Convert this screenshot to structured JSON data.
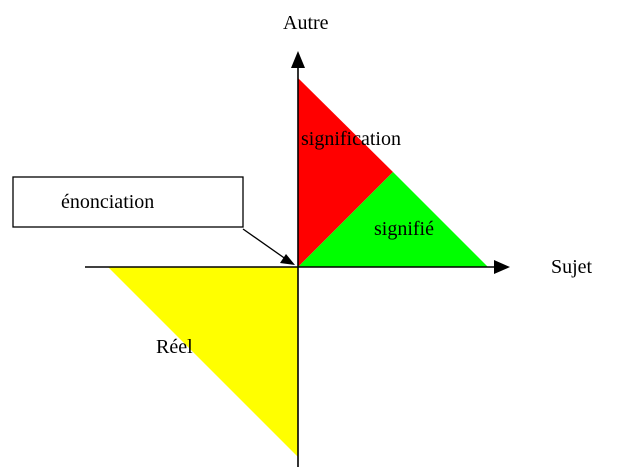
{
  "axes": {
    "vertical_label": "Autre",
    "horizontal_label": "Sujet"
  },
  "regions": {
    "signification": {
      "label": "signification",
      "color": "#ff0000"
    },
    "signifie": {
      "label": "signifié",
      "color": "#00ff00"
    },
    "reel": {
      "label": "Réel",
      "color": "#ffff00"
    }
  },
  "callout": {
    "label": "énonciation"
  },
  "colors": {
    "line": "#000000",
    "background": "#ffffff"
  }
}
